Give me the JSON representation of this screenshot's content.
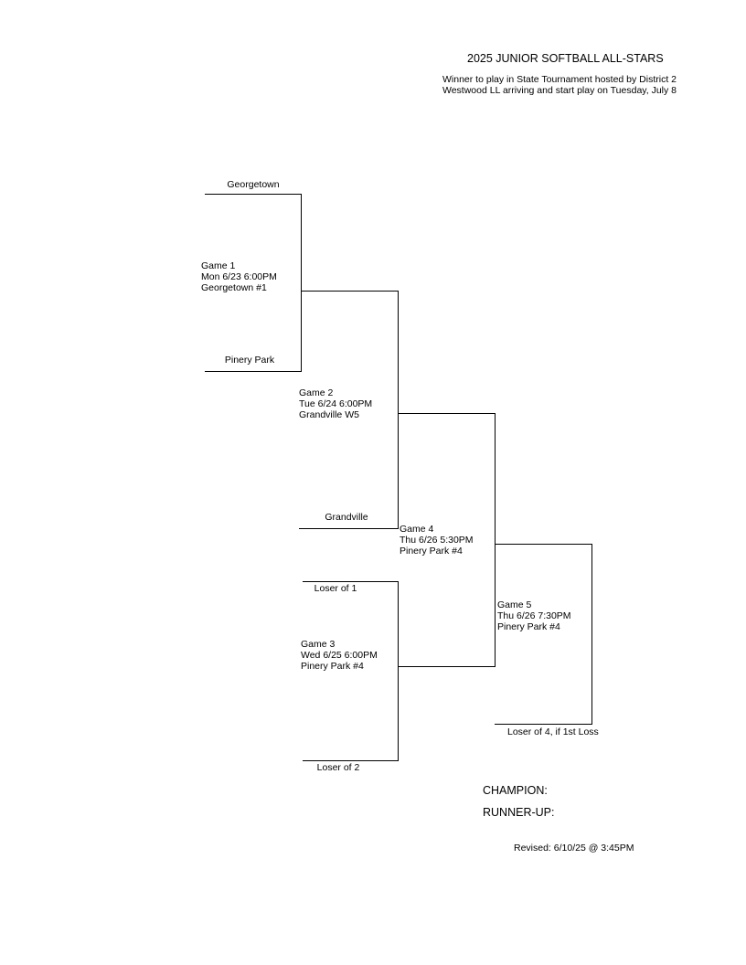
{
  "header": {
    "title": "2025 JUNIOR SOFTBALL ALL-STARS",
    "note": "Winner to play in State Tournament hosted by District 2 Westwood LL arriving and start play on Tuesday, July 8"
  },
  "teams": {
    "georgetown": "Georgetown",
    "pinery_park": "Pinery Park",
    "grandville": "Grandville",
    "loser_of_1": "Loser of 1",
    "loser_of_2": "Loser of 2",
    "loser_of_4": "Loser of 4, if 1st Loss"
  },
  "games": [
    {
      "name": "Game 1",
      "when": "Mon  6/23  6:00PM",
      "where": "Georgetown #1"
    },
    {
      "name": "Game 2",
      "when": "Tue  6/24  6:00PM",
      "where": "Grandville W5"
    },
    {
      "name": "Game 3",
      "when": "Wed  6/25  6:00PM",
      "where": "Pinery Park #4"
    },
    {
      "name": "Game 4",
      "when": "Thu  6/26  5:30PM",
      "where": "Pinery Park #4"
    },
    {
      "name": "Game 5",
      "when": "Thu  6/26  7:30PM",
      "where": "Pinery Park #4"
    }
  ],
  "results": {
    "champion_label": "CHAMPION:",
    "runner_up_label": "RUNNER-UP:"
  },
  "footer": {
    "revised": "Revised:  6/10/25 @  3:45PM"
  }
}
